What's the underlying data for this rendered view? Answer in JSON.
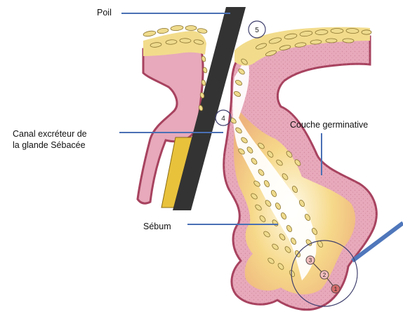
{
  "labels": {
    "poil": "Poil",
    "canal_line1": "Canal excréteur de",
    "canal_line2": "la glande Sébacée",
    "couche": "Couche germinative",
    "sebum": "Sébum"
  },
  "markers": [
    "5",
    "4",
    "3",
    "2",
    "1"
  ],
  "colors": {
    "dermis": "#e7a9bb",
    "dermis_edge": "#a7425f",
    "horny_layer": "#f2dc8c",
    "sebum_cells": "#efdb8d",
    "hair_shaft": "#333333",
    "hair_sheath": "#e9c23c",
    "leader_line": "#4a70b4",
    "arrow": "#4f77bb"
  }
}
